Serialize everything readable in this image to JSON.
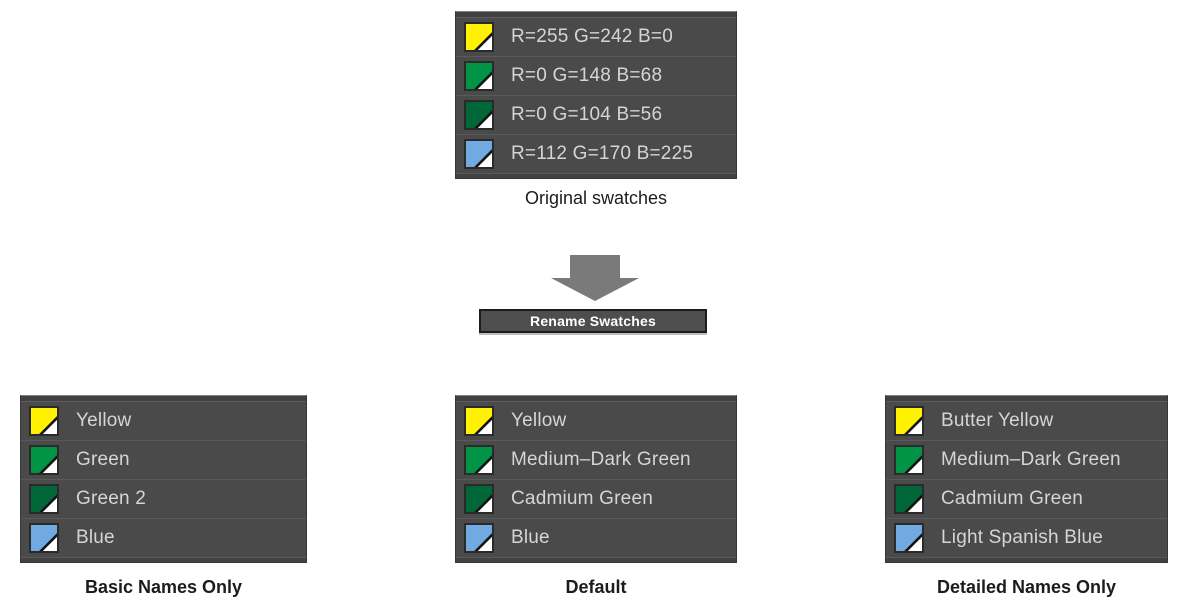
{
  "palette": {
    "yellow": "#FFF200",
    "medium_green": "#009444",
    "dark_green": "#006838",
    "light_blue": "#70AAE1",
    "panel_background": "#4a4a4a",
    "panel_row_separator": "#5a5a5a",
    "panel_label_text": "#d5d5d5",
    "button_background": "#4e4e4e",
    "arrow_gray": "#7a7a7a"
  },
  "original_panel": {
    "caption": "Original swatches",
    "swatches": [
      {
        "color": "#FFF200",
        "label": "R=255 G=242 B=0"
      },
      {
        "color": "#009444",
        "label": "R=0 G=148 B=68"
      },
      {
        "color": "#006838",
        "label": "R=0 G=104 B=56"
      },
      {
        "color": "#70AAE1",
        "label": "R=112 G=170 B=225"
      }
    ]
  },
  "action": {
    "arrow_icon": "down-block-arrow",
    "button_label": "Rename Swatches"
  },
  "result_panels": [
    {
      "caption": "Basic Names Only",
      "swatches": [
        {
          "color": "#FFF200",
          "label": "Yellow"
        },
        {
          "color": "#009444",
          "label": "Green"
        },
        {
          "color": "#006838",
          "label": "Green 2"
        },
        {
          "color": "#70AAE1",
          "label": "Blue"
        }
      ]
    },
    {
      "caption": "Default",
      "swatches": [
        {
          "color": "#FFF200",
          "label": "Yellow"
        },
        {
          "color": "#009444",
          "label": "Medium–Dark Green"
        },
        {
          "color": "#006838",
          "label": "Cadmium Green"
        },
        {
          "color": "#70AAE1",
          "label": "Blue"
        }
      ]
    },
    {
      "caption": "Detailed Names Only",
      "swatches": [
        {
          "color": "#FFF200",
          "label": "Butter Yellow"
        },
        {
          "color": "#009444",
          "label": "Medium–Dark Green"
        },
        {
          "color": "#006838",
          "label": "Cadmium Green"
        },
        {
          "color": "#70AAE1",
          "label": "Light Spanish Blue"
        }
      ]
    }
  ]
}
